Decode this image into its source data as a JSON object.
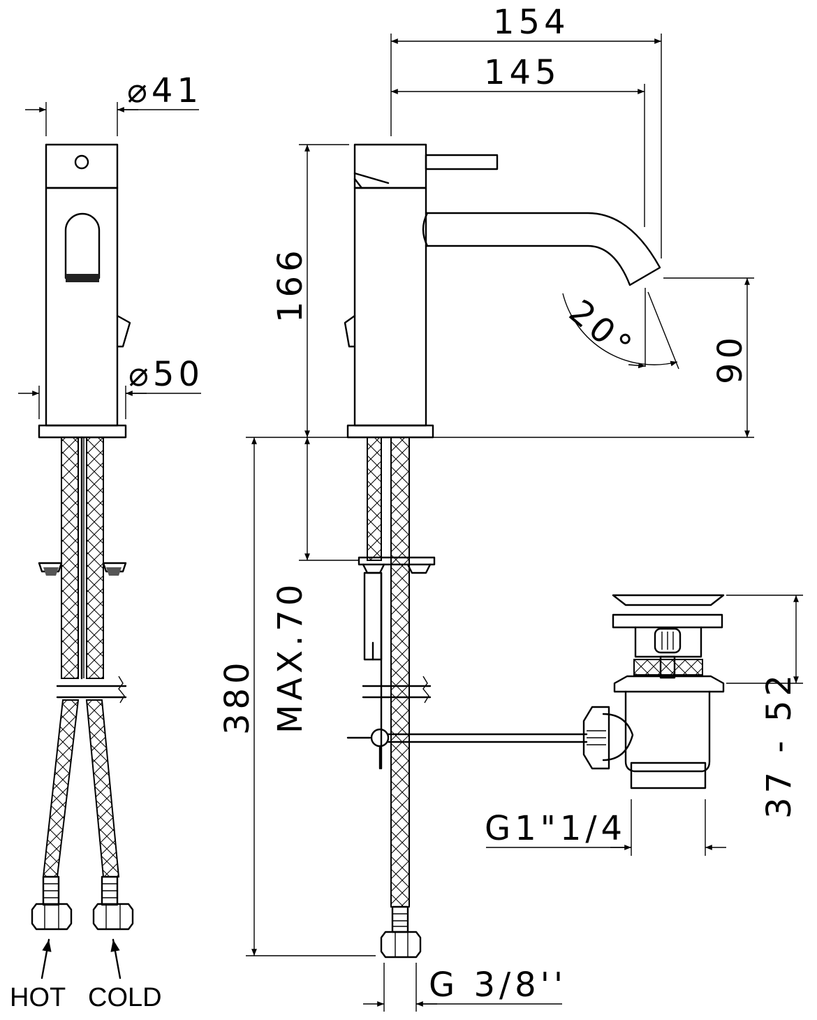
{
  "dimensions": {
    "width_total": "154",
    "reach": "145",
    "body_diameter": "⌀41",
    "base_diameter": "⌀50",
    "height": "166",
    "spout_angle": "20°",
    "spout_clearance": "90",
    "max_thickness": "MAX.70",
    "hose_length": "380",
    "waste_height": "37 - 52",
    "waste_thread": "G1\"1/4",
    "hose_thread": "G 3/8''"
  },
  "labels": {
    "hot": "HOT",
    "cold": "COLD"
  }
}
